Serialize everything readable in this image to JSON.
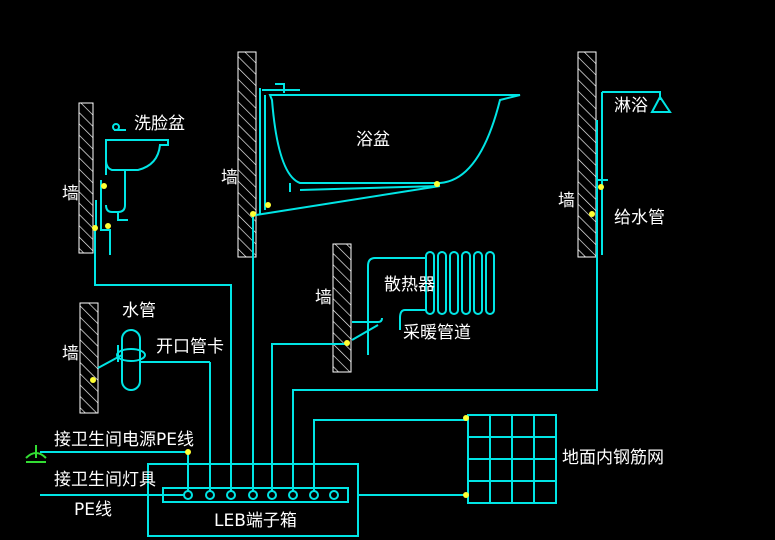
{
  "labels": {
    "washbasin": "洗脸盆",
    "wall_1": "墙",
    "bathtub": "浴盆",
    "wall_2": "墙",
    "shower": "淋浴",
    "wall_3": "墙",
    "water_supply_pipe": "给水管",
    "radiator": "散热器",
    "wall_4": "墙",
    "heating_pipe": "采暖管道",
    "water_pipe": "水管",
    "wall_5": "墙",
    "open_pipe_clamp": "开口管卡",
    "power_pe_line": "接卫生间电源PE线",
    "light_pe_line_1": "接卫生间灯具",
    "light_pe_line_2": "PE线",
    "floor_rebar_mesh": "地面内钢筋网",
    "leb_box": "LEB端子箱"
  },
  "colors": {
    "background": "#000000",
    "line": "#00e5e5",
    "hatch": "#ffffff",
    "text": "#ffffff",
    "dot": "#ffff33",
    "ground": "#33dd33"
  }
}
